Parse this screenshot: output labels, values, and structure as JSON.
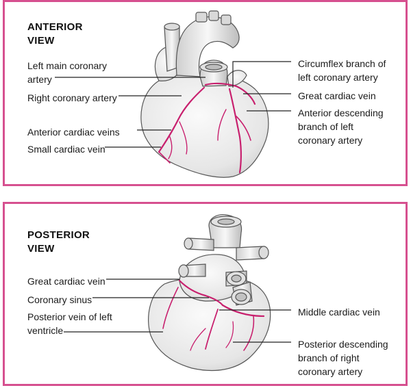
{
  "anterior": {
    "title": "ANTERIOR\nVIEW",
    "labels": {
      "left_main_coronary_artery": "Left main coronary\nartery",
      "right_coronary_artery": "Right coronary artery",
      "anterior_cardiac_veins": "Anterior cardiac veins",
      "small_cardiac_vein": "Small cardiac vein",
      "circumflex_branch": "Circumflex branch of\nleft coronary artery",
      "great_cardiac_vein": "Great cardiac vein",
      "anterior_descending_branch": "Anterior descending\nbranch of left\ncoronary artery"
    }
  },
  "posterior": {
    "title": "POSTERIOR\nVIEW",
    "labels": {
      "great_cardiac_vein": "Great cardiac vein",
      "coronary_sinus": "Coronary sinus",
      "posterior_vein_left_ventricle": "Posterior vein of left\nventricle",
      "middle_cardiac_vein": "Middle cardiac vein",
      "posterior_descending_branch": "Posterior descending\nbranch of right\ncoronary artery"
    }
  },
  "colors": {
    "frame": "#d6508f",
    "vessel": "#c8206e",
    "heart_fill": "#ececec",
    "heart_stroke": "#555555",
    "leader_line": "#222222"
  }
}
